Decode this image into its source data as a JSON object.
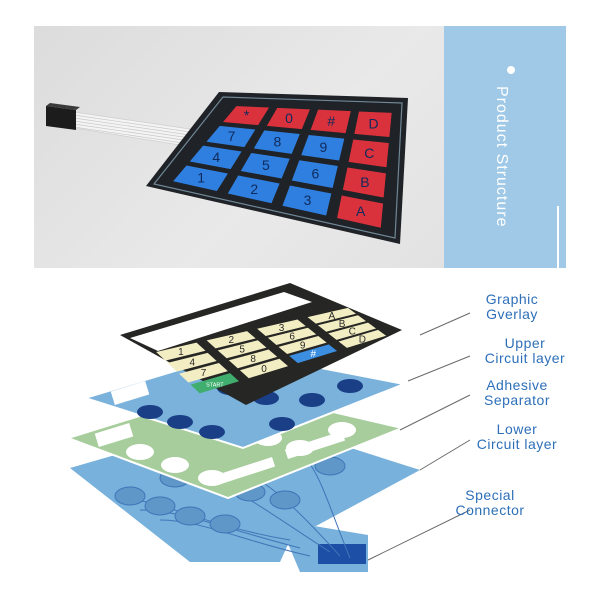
{
  "side_panel": {
    "title": "Product Structure"
  },
  "photo": {
    "keypad_keys": [
      "*",
      "7",
      "4",
      "1",
      "0",
      "8",
      "5",
      "2",
      "#",
      "9",
      "6",
      "3",
      "D",
      "C",
      "B",
      "A"
    ]
  },
  "diagram": {
    "overlay_keys": [
      "1",
      "2",
      "3",
      "A",
      "4",
      "5",
      "6",
      "B",
      "7",
      "8",
      "9",
      "C",
      "START",
      "0",
      "#",
      "D"
    ],
    "labels": [
      {
        "line1": "Graphic",
        "line2": "Gverlay"
      },
      {
        "line1": "Upper",
        "line2": "Circuit layer"
      },
      {
        "line1": "Adhesive",
        "line2": "Separator"
      },
      {
        "line1": "Lower",
        "line2": "Circuit layer"
      },
      {
        "line1": "Special",
        "line2": "Connector"
      }
    ]
  },
  "colors": {
    "panel_blue": "#9fc9e6",
    "label_blue": "#2d6fb8",
    "key_red": "#d9323d",
    "key_blue": "#2f7fe0",
    "overlay_dark": "#2a2a28",
    "key_cream": "#f3edc3",
    "circuit_blue": "#7ab2dc",
    "separator_green": "#a9cf9e"
  }
}
